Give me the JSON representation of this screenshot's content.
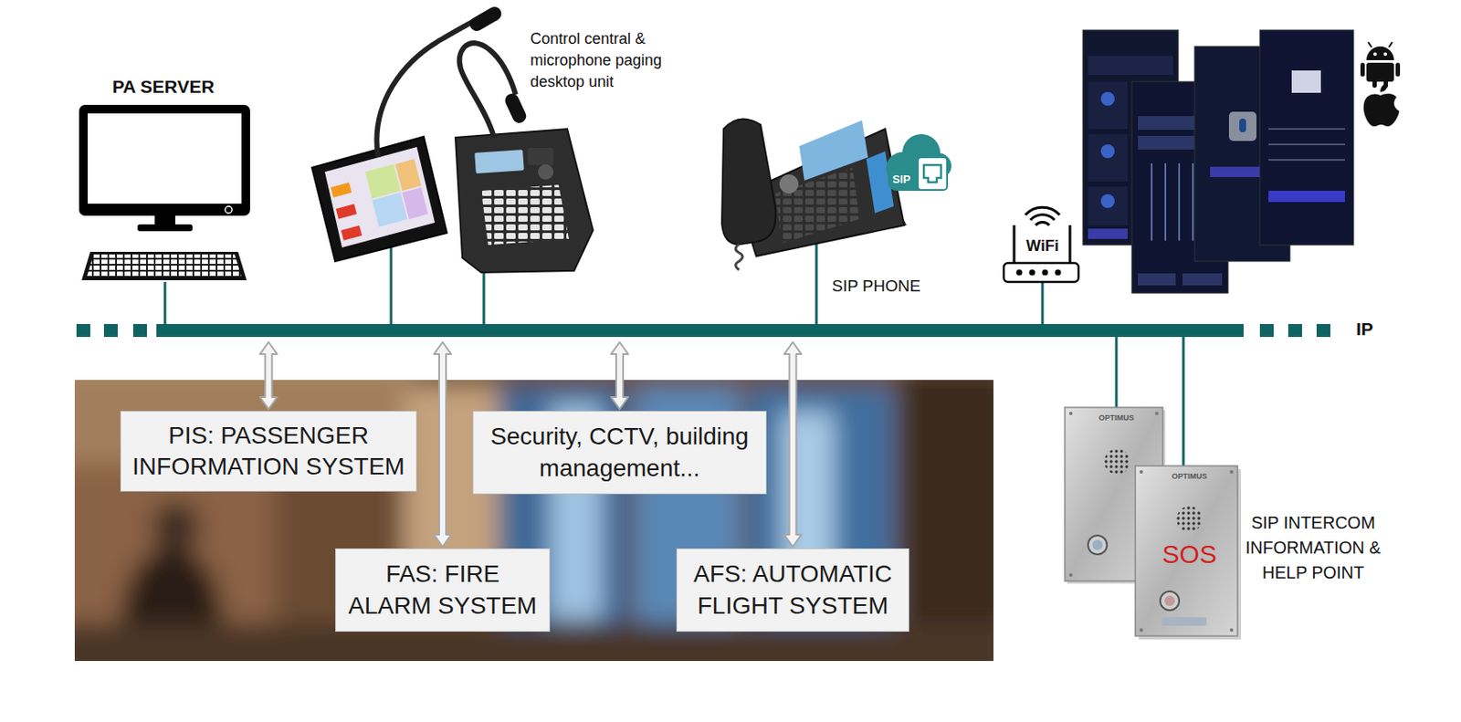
{
  "diagram": {
    "nodes": [
      {
        "text": [
          "IP"
        ]
      },
      {
        "text": [
          "PIS: PASSENGER INFORMATION SYSTEM"
        ]
      },
      {
        "text": [
          "Security, CCTV, building management..."
        ]
      },
      {
        "text": [
          "FAS: FIRE ALARM SYSTEM"
        ]
      },
      {
        "text": [
          "AFS: AUTOMATIC FLIGHT SYSTEM"
        ]
      }
    ],
    "edges": [
      {
        "from": 0,
        "to": 1,
        "arrow": "both"
      },
      {
        "from": 0,
        "to": 3,
        "arrow": "both"
      },
      {
        "from": 0,
        "to": 2,
        "arrow": "both"
      },
      {
        "from": 0,
        "to": 4,
        "arrow": "both"
      }
    ],
    "labels": [
      "PA SERVER",
      "Control central & microphone paging desktop unit",
      "SIP",
      "SIP PHONE",
      "WiFi",
      "OPTIMUS",
      "OPTIMUS",
      "SOS",
      "SIP INTERCOM INFORMATION & HELP POINT"
    ]
  }
}
